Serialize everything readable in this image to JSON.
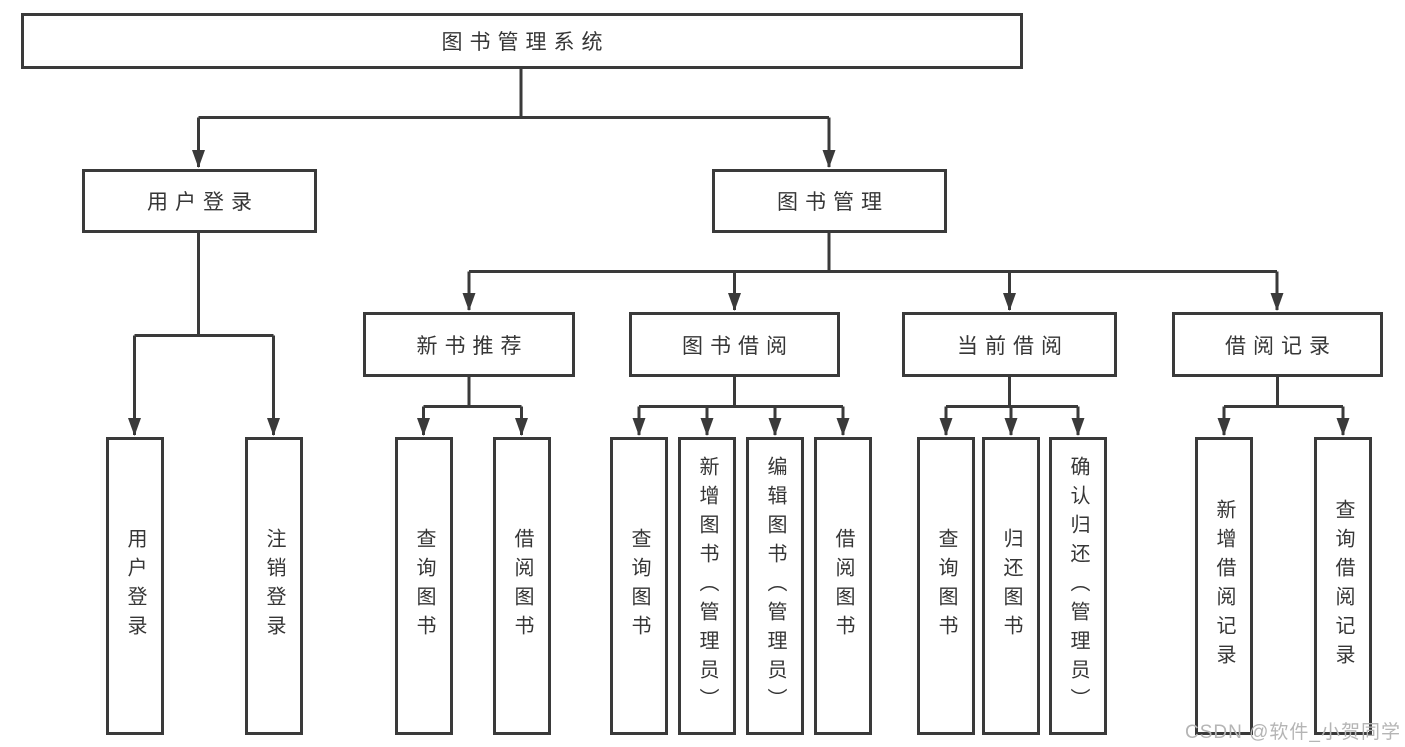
{
  "diagram": {
    "title": "图书管理系统",
    "branches": [
      {
        "label": "用户登录",
        "children": [
          {
            "label": "用户登录"
          },
          {
            "label": "注销登录"
          }
        ]
      },
      {
        "label": "图书管理",
        "children": [
          {
            "label": "新书推荐",
            "children": [
              {
                "label": "查询图书"
              },
              {
                "label": "借阅图书"
              }
            ]
          },
          {
            "label": "图书借阅",
            "children": [
              {
                "label": "查询图书"
              },
              {
                "label": "新增图书（管理员）"
              },
              {
                "label": "编辑图书（管理员）"
              },
              {
                "label": "借阅图书"
              }
            ]
          },
          {
            "label": "当前借阅",
            "children": [
              {
                "label": "查询图书"
              },
              {
                "label": "归还图书"
              },
              {
                "label": "确认归还（管理员）"
              }
            ]
          },
          {
            "label": "借阅记录",
            "children": [
              {
                "label": "新增借阅记录"
              },
              {
                "label": "查询借阅记录"
              }
            ]
          }
        ]
      }
    ]
  },
  "watermark": {
    "text": "CSDN @软件_小贺同学"
  },
  "colors": {
    "line": "#3a3a3a",
    "text": "#363636",
    "watermark": "#b5b5b5",
    "background": "#ffffff"
  }
}
